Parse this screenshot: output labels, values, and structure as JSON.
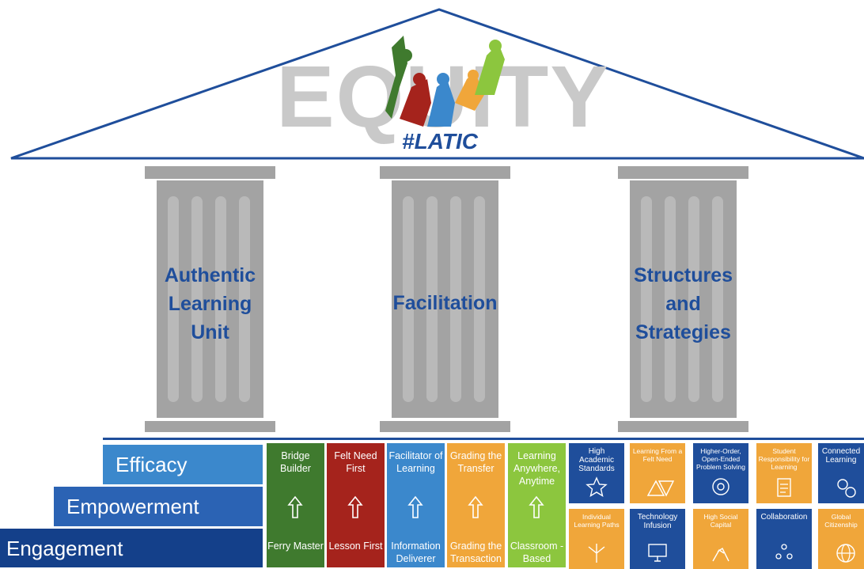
{
  "colors": {
    "navy": "#1f4e9b",
    "steel_blue": "#3b88cc",
    "mid_blue": "#2b63b4",
    "dark_navy": "#14408a",
    "green": "#3f7a2e",
    "red": "#a5231c",
    "orange": "#f0a63a",
    "lime": "#8cc63e",
    "pillar_gray": "#a3a3a3"
  },
  "roof": {
    "title": "EQUITY",
    "hashtag": "#LATIC"
  },
  "pillars": [
    {
      "lines": [
        "Authentic",
        "Learning",
        "Unit"
      ]
    },
    {
      "lines": [
        "Facilitation"
      ]
    },
    {
      "lines": [
        "Structures",
        "and",
        "Strategies"
      ]
    }
  ],
  "steps": [
    {
      "label": "Efficacy"
    },
    {
      "label": "Empowerment"
    },
    {
      "label": "Engagement"
    }
  ],
  "transitions": [
    {
      "top": "Bridge Builder",
      "bottom": "Ferry Master",
      "color": "#3f7a2e"
    },
    {
      "top": "Felt Need First",
      "bottom": "Lesson First",
      "color": "#a5231c"
    },
    {
      "top": "Facilitator of Learning",
      "bottom": "Information Deliverer",
      "color": "#3b88cc"
    },
    {
      "top": "Grading the Transfer",
      "bottom": "Grading the Transaction",
      "color": "#f0a63a"
    },
    {
      "top": "Learning Anywhere, Anytime",
      "bottom": "Classroom - Based",
      "color": "#8cc63e"
    }
  ],
  "tiles": [
    {
      "label": "High Academic Standards",
      "icon": "star-icon",
      "color": "#1f4e9b"
    },
    {
      "label": "Learning From a Felt Need",
      "icon": "triangles-icon",
      "color": "#f0a63a"
    },
    {
      "label": "Higher-Order, Open-Ended Problem Solving",
      "icon": "head-gear-icon",
      "color": "#1f4e9b"
    },
    {
      "label": "Student Responsibility for Learning",
      "icon": "clipboard-icon",
      "color": "#f0a63a"
    },
    {
      "label": "Connected Learning",
      "icon": "gears-icon",
      "color": "#1f4e9b"
    },
    {
      "label": "Individual Learning Paths",
      "icon": "paths-icon",
      "color": "#f0a63a"
    },
    {
      "label": "Technology Infusion",
      "icon": "computer-icon",
      "color": "#1f4e9b"
    },
    {
      "label": "High Social Capital",
      "icon": "hands-icon",
      "color": "#f0a63a"
    },
    {
      "label": "Collaboration",
      "icon": "people-icon",
      "color": "#1f4e9b"
    },
    {
      "label": "Global Citizenship",
      "icon": "globe-icon",
      "color": "#f0a63a"
    }
  ]
}
